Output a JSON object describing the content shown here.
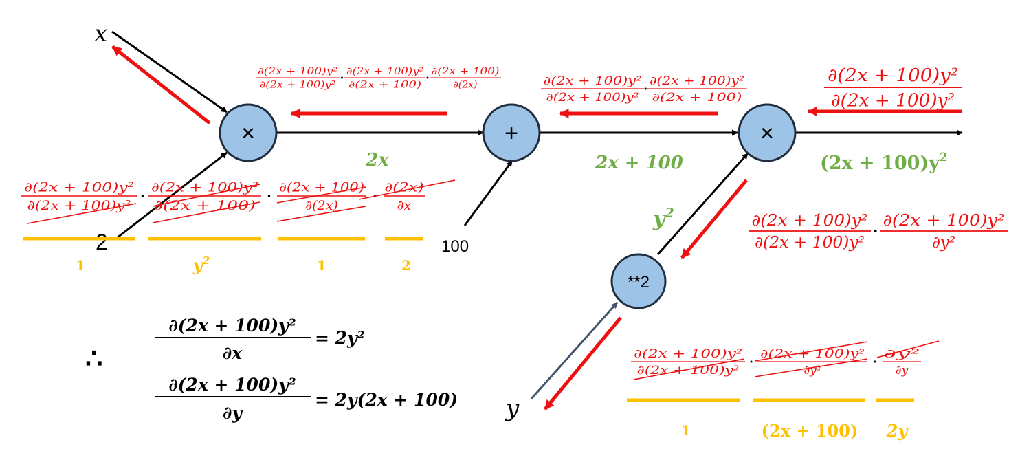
{
  "colors": {
    "node_fill": "#9dc3e6",
    "node_stroke": "#1f2d3d",
    "forward": "#000000",
    "backward": "#ee1111",
    "value": "#70ad47",
    "local_grad": "#ffc000",
    "y_edge": "#44546a"
  },
  "nodes": {
    "mul1": "×",
    "add": "+",
    "mul2": "×",
    "square": "**2"
  },
  "inputs": {
    "x": "x",
    "two": "2",
    "hundred": "100",
    "y": "y"
  },
  "values": {
    "two_x": "2x",
    "two_x_plus_100": "2x + 100",
    "y_squared": "y",
    "y_squared_exp": "2",
    "output": "(2x + 100)y",
    "output_exp": "2"
  },
  "gradients": {
    "output": {
      "num": "∂(2x + 100)y²",
      "den": "∂(2x + 100)y²"
    },
    "add_edge": [
      {
        "num": "∂(2x + 100)y²",
        "den": "∂(2x + 100)y²"
      },
      {
        "num": "∂(2x + 100)y²",
        "den": "∂(2x + 100)"
      }
    ],
    "mul1_edge": [
      {
        "num": "∂(2x + 100)y²",
        "den": "∂(2x + 100)y²"
      },
      {
        "num": "∂(2x + 100)y²",
        "den": "∂(2x + 100)"
      },
      {
        "num": "∂(2x + 100)",
        "den": "∂(2x)"
      }
    ],
    "y2_edge": [
      {
        "num": "∂(2x + 100)y²",
        "den": "∂(2x + 100)y²"
      },
      {
        "num": "∂(2x + 100)y²",
        "den": "∂y²"
      }
    ],
    "x_chain": [
      {
        "num": "∂(2x + 100)y²",
        "den": "∂(2x + 100)y²"
      },
      {
        "num": "∂(2x + 100)y²",
        "den": "∂(2x + 100)"
      },
      {
        "num": "∂(2x + 100)",
        "den": "∂(2x)"
      },
      {
        "num": "∂(2x)",
        "den": "∂x"
      }
    ],
    "y_chain": [
      {
        "num": "∂(2x + 100)y²",
        "den": "∂(2x + 100)y²"
      },
      {
        "num": "∂(2x + 100)y²",
        "den": "∂y²"
      },
      {
        "num": "∂y²",
        "den": "∂y"
      }
    ]
  },
  "local_values": {
    "x_chain": [
      "1",
      "y",
      "1",
      "2"
    ],
    "x_chain_exp": "2",
    "y_chain": [
      "1",
      "(2x + 100)",
      "2y"
    ]
  },
  "result": {
    "therefore": "∴",
    "dx_num": "∂(2x + 100)y²",
    "dx_den": "∂x",
    "dx_rhs": "= 2y²",
    "dy_num": "∂(2x + 100)y²",
    "dy_den": "∂y",
    "dy_rhs": "= 2y(2x + 100)"
  }
}
